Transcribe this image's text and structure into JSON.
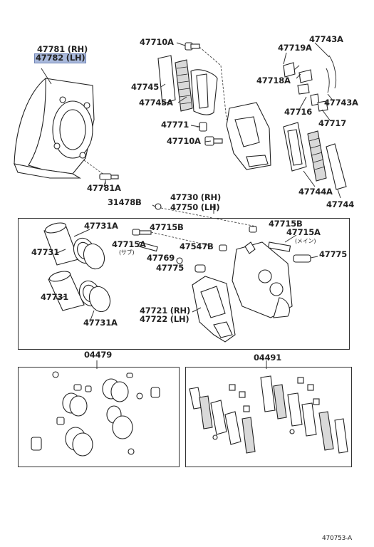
{
  "diagram": {
    "part_numbers": {
      "p47781": "47781 (RH)",
      "p47782": "47782 (LH)",
      "p47710a_top": "47710A",
      "p47743a_top": "47743A",
      "p47719a": "47719A",
      "p47718a": "47718A",
      "p47745": "47745",
      "p47745a": "47745A",
      "p47743a_mid": "47743A",
      "p47716": "47716",
      "p47717": "47717",
      "p47771": "47771",
      "p47710a_mid": "47710A",
      "p47781a": "47781A",
      "p47744a": "47744A",
      "p47744": "47744",
      "p31478b": "31478B",
      "p47730": "47730 (RH)",
      "p47750": "47750 (LH)",
      "p47731a_1": "47731A",
      "p47715b_left": "47715B",
      "p47715b_right": "47715B",
      "p47715a_right": "47715A",
      "p47731_1": "47731",
      "p47715a_left": "47715A",
      "sub_note": "(サブ)",
      "main_note": "(メイン)",
      "p47547b": "47547B",
      "p47775_right": "47775",
      "p47769": "47769",
      "p47775_left": "47775",
      "p47731_2": "47731",
      "p47721": "47721 (RH)",
      "p47722": "47722 (LH)",
      "p47731a_2": "47731A",
      "kit_04479": "04479",
      "kit_04491": "04491",
      "figure_id": "470753-A"
    }
  }
}
